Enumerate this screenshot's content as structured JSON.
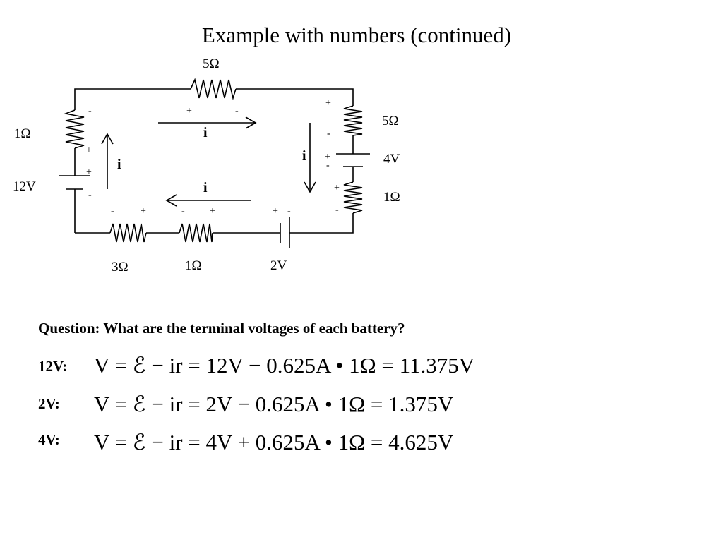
{
  "title": "Example with numbers (continued)",
  "circuit": {
    "resistors": {
      "top": "5Ω",
      "left": "1Ω",
      "right_top": "5Ω",
      "right_bottom": "1Ω",
      "bottom_left": "3Ω",
      "bottom_mid": "1Ω"
    },
    "batteries": {
      "left": "12V",
      "right": "4V",
      "bottom": "2V"
    },
    "signs": {
      "plus": "+",
      "minus": "-"
    },
    "current_symbol": "i"
  },
  "question": "Question: What are the terminal voltages of each battery?",
  "equations": [
    {
      "label": "12V:",
      "expr": "V = ℰ − ir = 12V − 0.625A • 1Ω = 11.375V"
    },
    {
      "label": "2V:",
      "expr": "V = ℰ − ir = 2V − 0.625A • 1Ω = 1.375V"
    },
    {
      "label": "4V:",
      "expr": "V = ℰ − ir = 4V + 0.625A • 1Ω = 4.625V"
    }
  ]
}
